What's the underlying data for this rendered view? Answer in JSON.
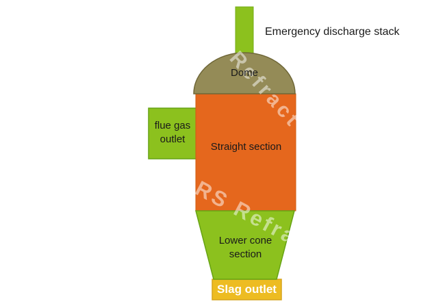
{
  "diagram": {
    "labels": {
      "stack": "Emergency discharge stack",
      "dome": "Dome",
      "flue_outlet": "flue gas\noutlet",
      "straight": "Straight section",
      "lower_cone": "Lower cone\nsection",
      "slag": "Slag outlet"
    },
    "watermark": {
      "text_top": "Refract",
      "text_mid": "RS Refract",
      "color": "#ffffff"
    },
    "colors": {
      "green": "#8cc11e",
      "orange": "#e5671d",
      "dome": "#948b57",
      "yellow": "#edbc22",
      "background": "#ffffff"
    }
  }
}
